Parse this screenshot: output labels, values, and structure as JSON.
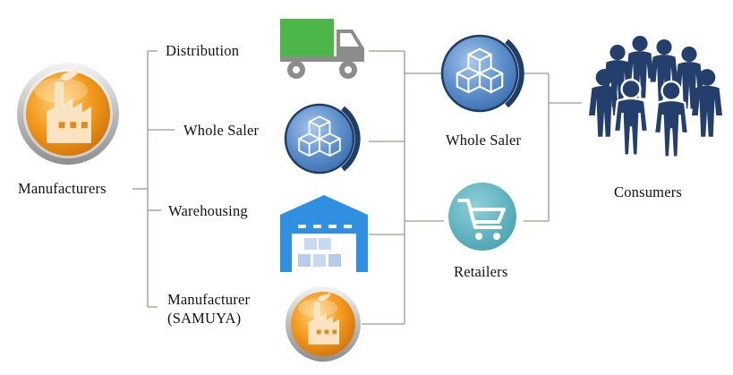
{
  "nodes": {
    "manufacturers": "Manufacturers",
    "distribution": "Distribution",
    "whole_saler_left": "Whole Saler",
    "warehousing": "Warehousing",
    "manufacturer_samuya_line1": "Manufacturer",
    "manufacturer_samuya_line2": "(SAMUYA)",
    "whole_saler_right": "Whole Saler",
    "retailers": "Retailers",
    "consumers": "Consumers"
  },
  "icons": {
    "manufacturers": "factory-icon",
    "distribution": "truck-icon",
    "whole_saler_left": "boxes-icon",
    "warehousing": "warehouse-icon",
    "manufacturer_samuya": "factory-icon",
    "whole_saler_right": "boxes-icon",
    "retailers": "shopping-cart-icon",
    "consumers": "people-group-icon"
  },
  "colors": {
    "connector": "#8aa487",
    "orange": "#f39a1e",
    "steel_blue": "#5b8ec9",
    "navy": "#1f3d66",
    "truck_green": "#4cb648",
    "truck_grey": "#8c8c8c",
    "warehouse_blue": "#2f8fe0",
    "teal": "#5cb3c0",
    "people_navy": "#243f6b"
  }
}
